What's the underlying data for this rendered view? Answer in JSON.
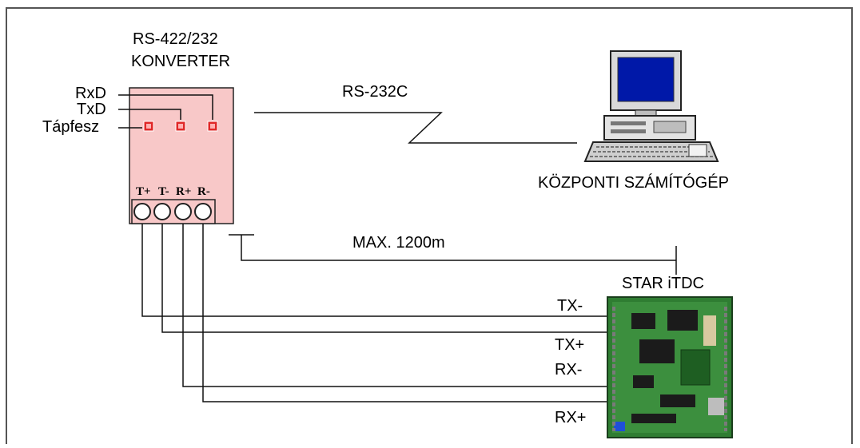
{
  "converter": {
    "title_line1": "RS-422/232",
    "title_line2": "KONVERTER",
    "leds": {
      "rxd": "RxD",
      "txd": "TxD",
      "power": "Tápfesz"
    },
    "terminals": [
      "T+",
      "T-",
      "R+",
      "R-"
    ]
  },
  "links": {
    "rs232": "RS-232C",
    "max_distance": "MAX. 1200m"
  },
  "computer": {
    "label": "KÖZPONTI SZÁMÍTÓGÉP"
  },
  "controller": {
    "label": "STAR iTDC",
    "signals": [
      "TX-",
      "TX+",
      "RX-",
      "RX+"
    ]
  },
  "colors": {
    "converter_fill": "#f8c8c8",
    "led": "#e02828",
    "board_green": "#2f7d32",
    "frame": "#555555"
  }
}
